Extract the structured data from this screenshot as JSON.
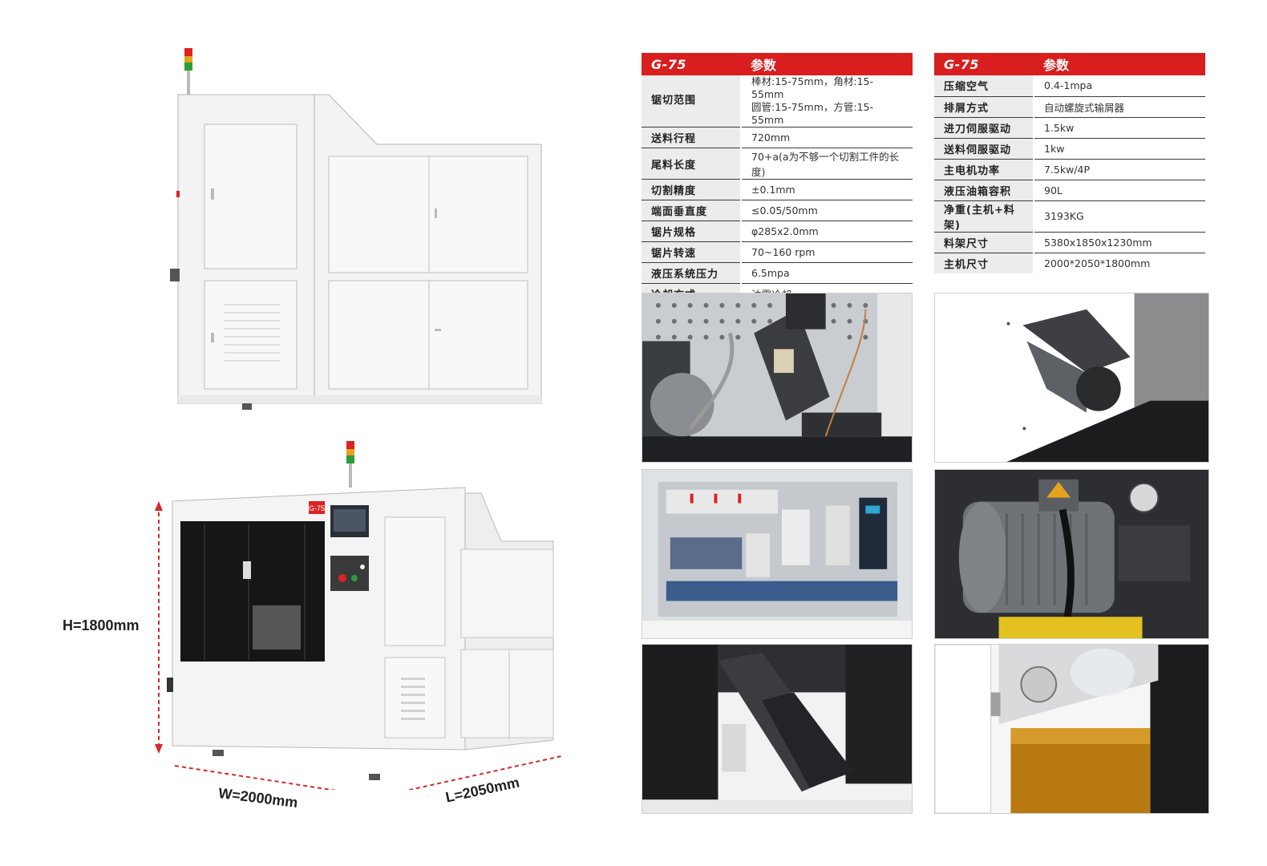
{
  "table_left": {
    "header": [
      "G-75",
      "参数"
    ],
    "rows": [
      {
        "label": "锯切范围",
        "value": "棒材:15-75mm，角材:15-55mm",
        "value2": "圆管:15-75mm，方管:15-55mm"
      },
      {
        "label": "送料行程",
        "value": "720mm"
      },
      {
        "label": "尾料长度",
        "value": "70+a(a为不够一个切割工件的长度)"
      },
      {
        "label": "切割精度",
        "value": "±0.1mm"
      },
      {
        "label": "端面垂直度",
        "value": "≤0.05/50mm"
      },
      {
        "label": "锯片规格",
        "value": "φ285x2.0mm"
      },
      {
        "label": "锯片转速",
        "value": "70~160 rpm"
      },
      {
        "label": "液压系统压力",
        "value": "6.5mpa"
      },
      {
        "label": "冷却方式",
        "value": "油雾冷却"
      }
    ]
  },
  "table_right": {
    "header": [
      "G-75",
      "参数"
    ],
    "rows": [
      {
        "label": "压缩空气",
        "value": "0.4-1mpa"
      },
      {
        "label": "排屑方式",
        "value": "自动螺旋式输屑器"
      },
      {
        "label": "进刀伺服驱动",
        "value": "1.5kw"
      },
      {
        "label": "送料伺服驱动",
        "value": "1kw"
      },
      {
        "label": "主电机功率",
        "value": "7.5kw/4P"
      },
      {
        "label": "液压油箱容积",
        "value": "90L"
      },
      {
        "label": "净重(主机+料架)",
        "value": "3193KG"
      },
      {
        "label": "料架尺寸",
        "value": "5380x1850x1230mm"
      },
      {
        "label": "主机尺寸",
        "value": "2000*2050*1800mm"
      }
    ]
  },
  "dimensions": {
    "height": "H=1800mm",
    "width": "W=2000mm",
    "length": "L=2050mm"
  },
  "machine_badge": "G-75",
  "colors": {
    "accent": "#d81e1e",
    "label_bg": "#ececec"
  }
}
